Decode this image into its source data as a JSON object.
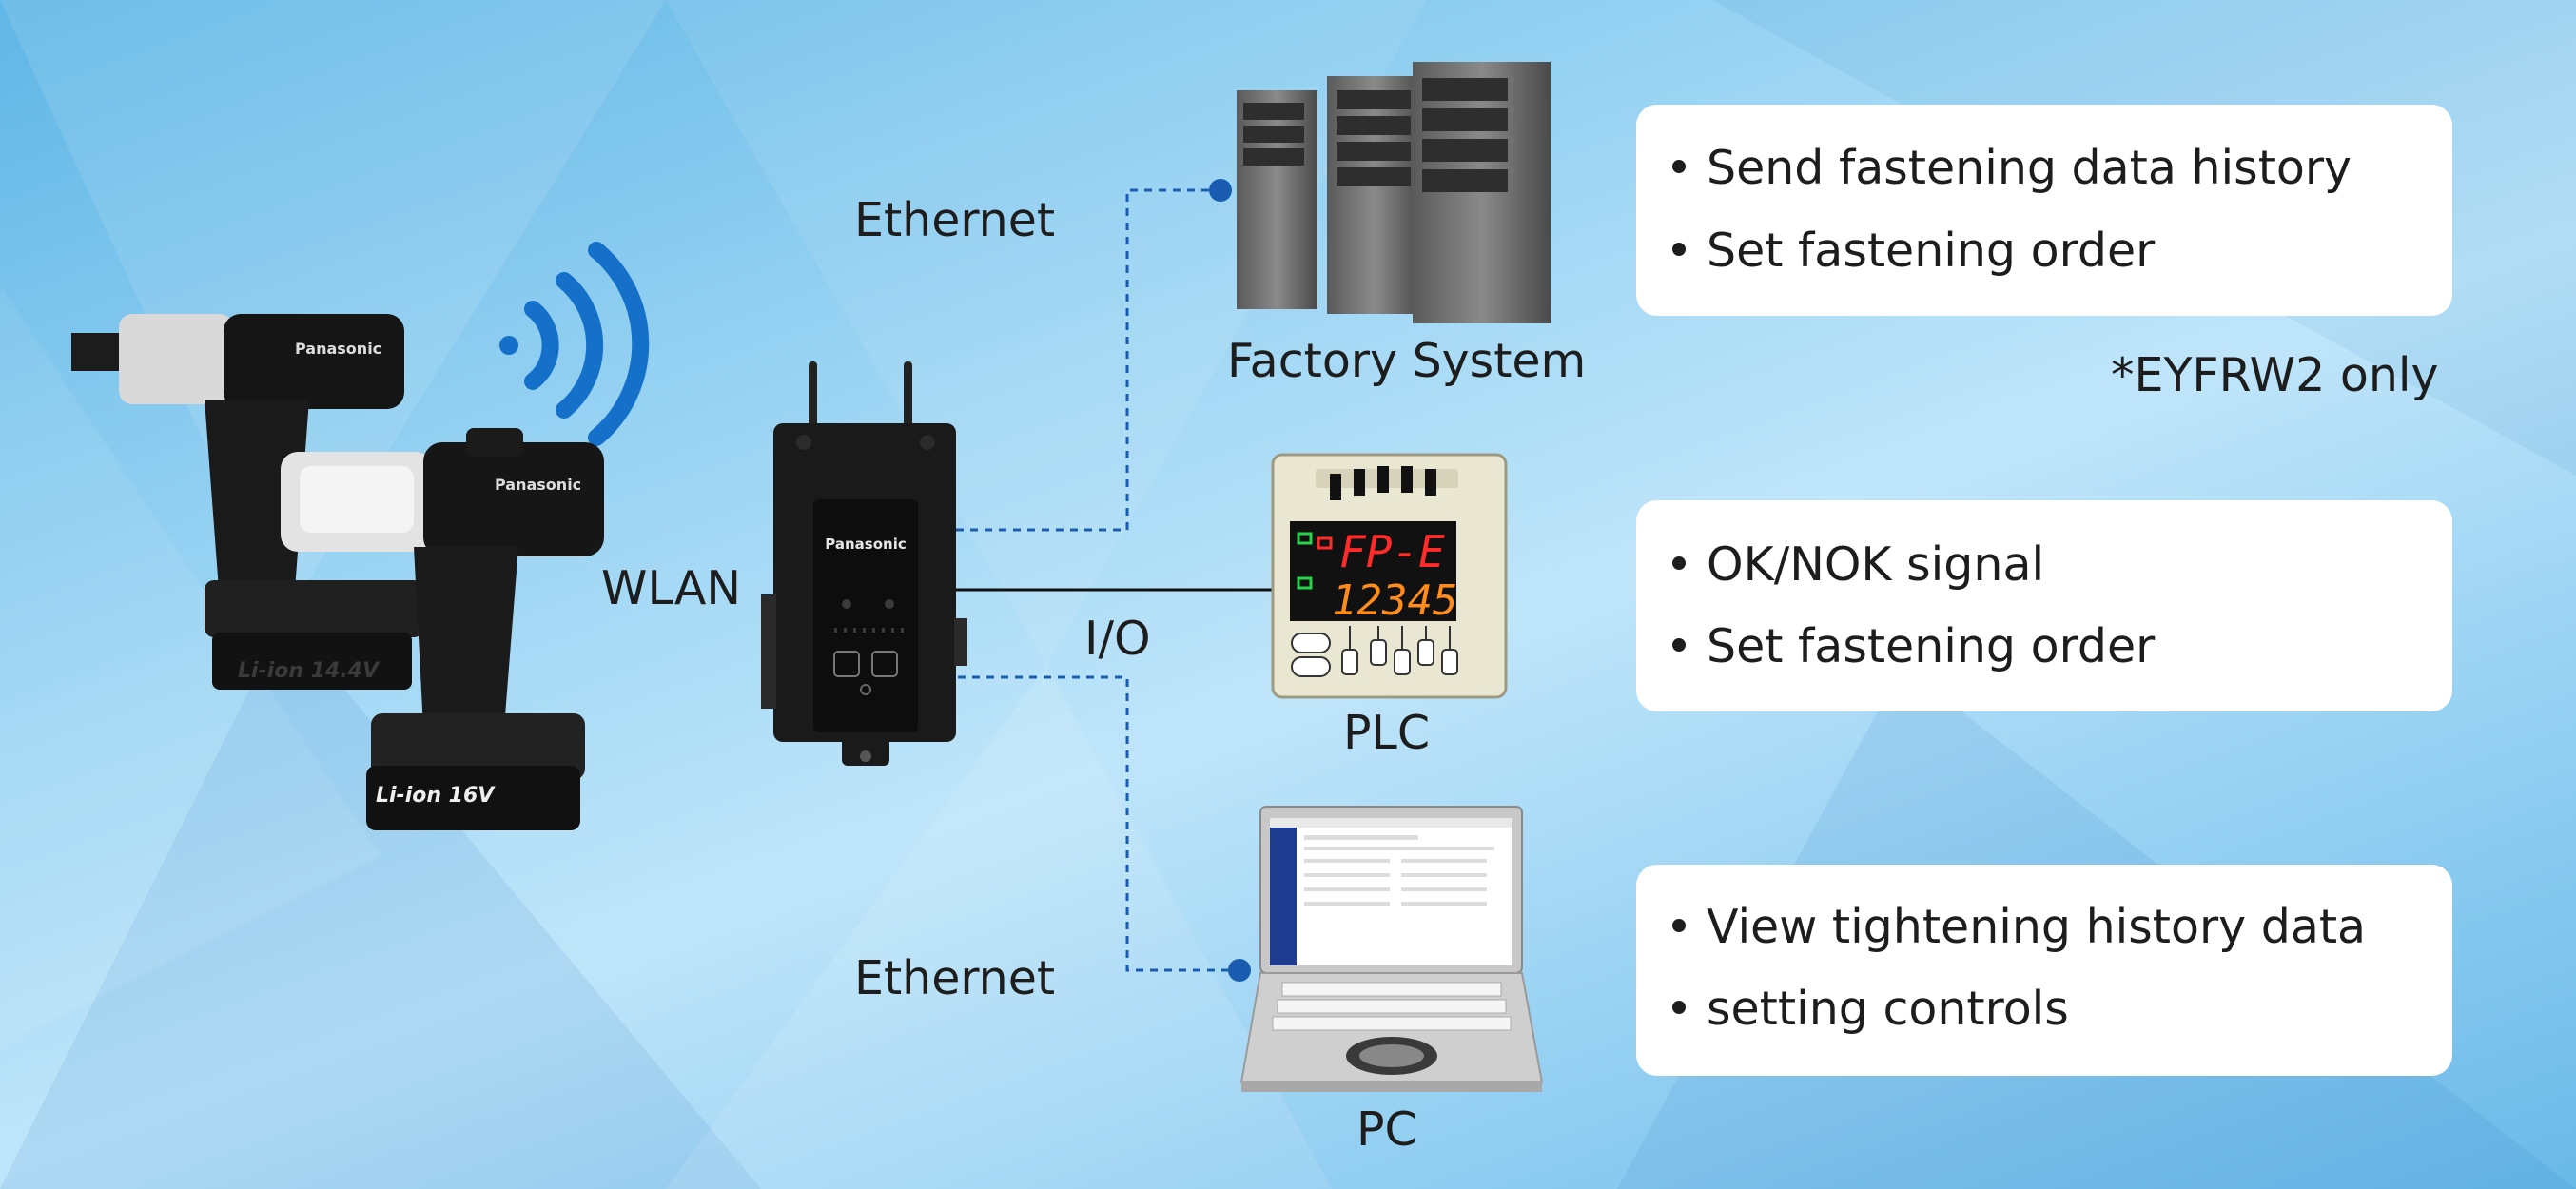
{
  "connections": {
    "ethernet_top": "Ethernet",
    "ethernet_bottom": "Ethernet",
    "wlan": "WLAN",
    "io": "I/O"
  },
  "devices": {
    "factory_system": "Factory System",
    "plc": "PLC",
    "pc": "PC",
    "plc_display_top": "FP-E",
    "plc_display_bottom": "12345",
    "controller_brand": "Panasonic",
    "tool_brand": "Panasonic",
    "battery_label_back": "Li-ion 14.4V",
    "battery_label_front": "Li-ion 16V"
  },
  "boxes": {
    "factory": [
      "Send fastening data history",
      "Set fastening order"
    ],
    "plc": [
      "OK/NOK signal",
      "Set fastening order"
    ],
    "pc": [
      "View tightening history data",
      "setting controls"
    ]
  },
  "footnote": "*EYFRW2 only",
  "colors": {
    "line_dashed": "#1a5cb0",
    "line_solid": "#111111",
    "wifi": "#1570c9",
    "plc_red": "#ff2a2a",
    "plc_orange": "#ff8c1a",
    "plc_green": "#28d24a"
  },
  "icons": [
    "wifi-signal-icon"
  ]
}
